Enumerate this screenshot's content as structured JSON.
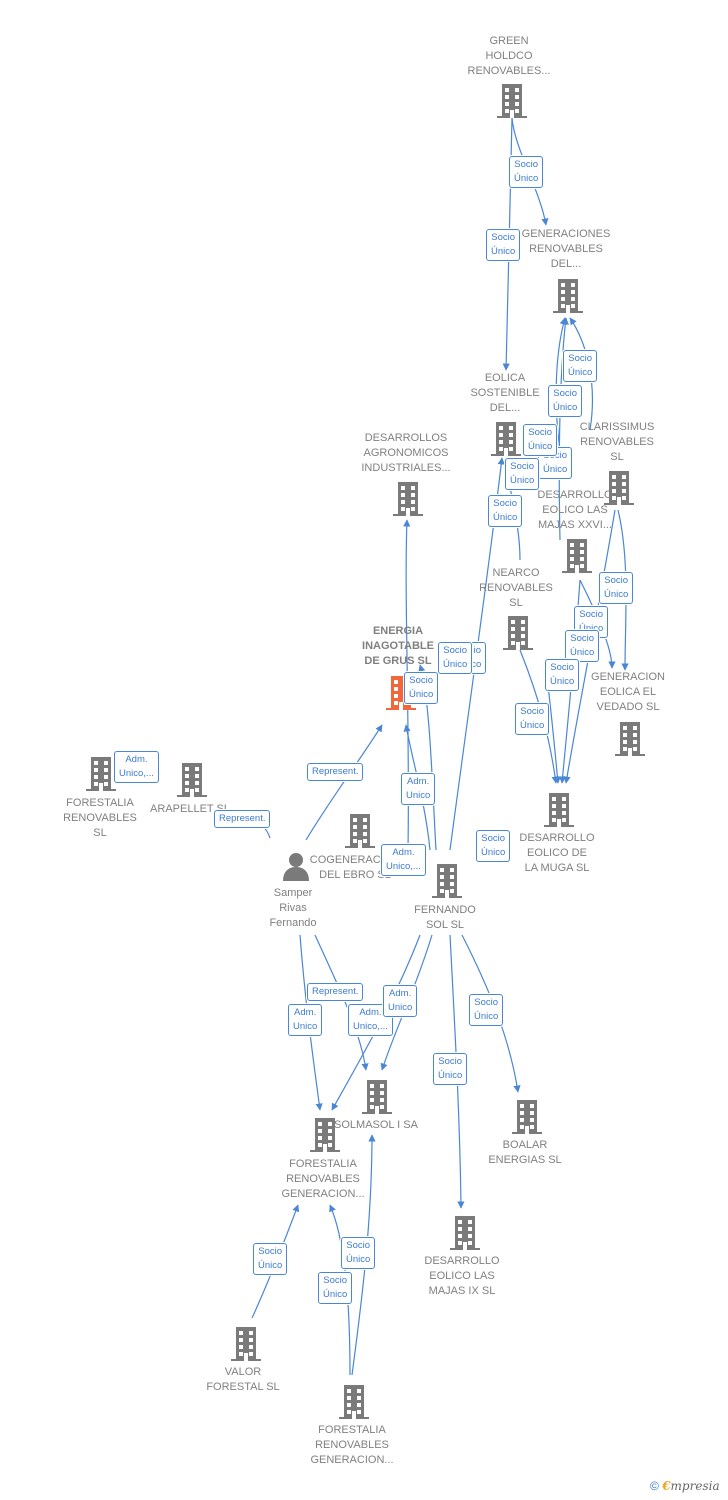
{
  "nodes": {
    "green_holdco": "GREEN\nHOLDCO\nRENOVABLES...",
    "generaciones": "GENERACIONES\nRENOVABLES\nDEL...",
    "eolica_sostenible": "EOLICA\nSOSTENIBLE\nDEL...",
    "desarrollos_agronomicos": "DESARROLLOS\nAGRONOMICOS\nINDUSTRIALES...",
    "clarissimus": "CLARISSIMUS\nRENOVABLES\nSL",
    "desarrollo_majas_xxvi": "DESARROLLO\nEOLICO LAS\nMAJAS XXVI...",
    "nearco": "NEARCO\nRENOVABLES\nSL",
    "energia_inagotable": "ENERGIA\nINAGOTABLE\nDE GRUS  SL",
    "generacion_vedado": "GENERACION\nEOLICA EL\nVEDADO SL",
    "forestalia_renovables": "FORESTALIA\nRENOVABLES\nSL",
    "arapellet": "ARAPELLET  SL",
    "desarrollo_muga": "DESARROLLO\nEOLICO DE\nLA MUGA SL",
    "cogeneracion_ebro": "COGENERACION\nDEL EBRO  SL",
    "samper": "Samper\nRivas\nFernando",
    "fernando_sol": "FERNANDO\nSOL SL",
    "solmasol": "SOLMASOL I SA",
    "boalar": "BOALAR\nENERGIAS  SL",
    "forestalia_generacion_1": "FORESTALIA\nRENOVABLES\nGENERACION...",
    "desarrollo_majas_ix": "DESARROLLO\nEOLICO LAS\nMAJAS IX  SL",
    "valor_forestal": "VALOR\nFORESTAL SL",
    "forestalia_generacion_2": "FORESTALIA\nRENOVABLES\nGENERACION..."
  },
  "badges": {
    "socio_unico": "Socio\nÚnico",
    "adm_unico": "Adm.\nUnico",
    "adm_unico_trunc": "Adm.\nUnico,...",
    "represent": "Represent."
  },
  "colors": {
    "edge": "#4a86d6",
    "building": "#7a7a7a",
    "highlight": "#f2663a"
  },
  "footer": {
    "copyright": "©",
    "brand_initial": "€",
    "brand_rest": "mpresia"
  }
}
